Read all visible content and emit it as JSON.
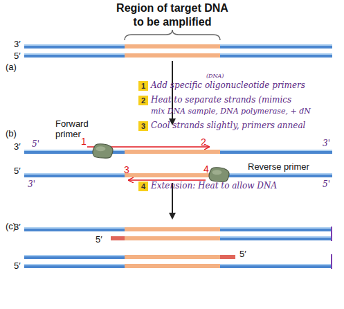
{
  "diagram": {
    "title": "Region of target DNA to be amplified",
    "nodes": [
      {
        "text": [
          "1"
        ]
      },
      {
        "text": [
          "2"
        ]
      },
      {
        "text": [
          "3"
        ]
      },
      {
        "text": [
          "Forward primer"
        ]
      },
      {
        "text": [
          "Reverse primer"
        ]
      },
      {
        "text": [
          "4"
        ]
      }
    ],
    "labels": [
      "(a)",
      "3′",
      "5′",
      "(DNA)",
      "Add specific oligonucleotide primers",
      "Heat to separate strands (mimics",
      "mix DNA sample, DNA polymerase, + dN",
      "Cool strands slightly, primers anneal",
      "(b)",
      "3′",
      "5′",
      "1",
      "2",
      "3",
      "4",
      "5'",
      "3'",
      "3'",
      "5'",
      "Extension: Heat to allow DNA",
      "(c)",
      "3′",
      "5′",
      "5′",
      "5′"
    ]
  }
}
